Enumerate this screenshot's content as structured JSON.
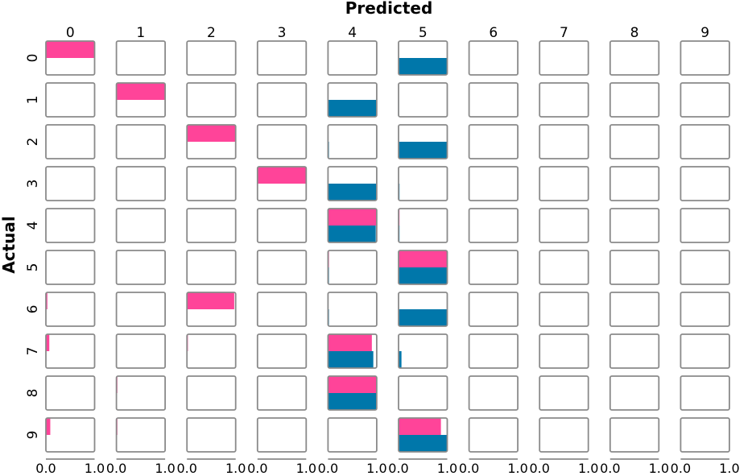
{
  "chart_data": {
    "type": "bar",
    "title": "Predicted",
    "ylabel": "Actual",
    "column_labels": [
      "0",
      "1",
      "2",
      "3",
      "4",
      "5",
      "6",
      "7",
      "8",
      "9"
    ],
    "row_labels": [
      "0",
      "1",
      "2",
      "3",
      "4",
      "5",
      "6",
      "7",
      "8",
      "9"
    ],
    "xlim": [
      0,
      1
    ],
    "x_tick_labels": [
      "0.0",
      "1.0"
    ],
    "grid": false,
    "series": [
      {
        "color": "#ff4499",
        "position": "upper",
        "values": [
          [
            1.0,
            0,
            0,
            0,
            0,
            0,
            0,
            0,
            0,
            0
          ],
          [
            0,
            1.0,
            0,
            0,
            0,
            0,
            0,
            0,
            0,
            0
          ],
          [
            0,
            0,
            1.0,
            0.01,
            0,
            0,
            0,
            0,
            0,
            0
          ],
          [
            0,
            0,
            0.01,
            1.0,
            0,
            0,
            0,
            0,
            0,
            0
          ],
          [
            0,
            0,
            0,
            0,
            1.0,
            0.02,
            0,
            0,
            0,
            0
          ],
          [
            0,
            0,
            0,
            0,
            0.02,
            1.0,
            0,
            0,
            0,
            0
          ],
          [
            0.03,
            0,
            0.97,
            0,
            0.01,
            0,
            0,
            0,
            0,
            0
          ],
          [
            0.07,
            0,
            0.02,
            0,
            0.9,
            0,
            0,
            0,
            0,
            0
          ],
          [
            0,
            0.02,
            0,
            0,
            1.0,
            0,
            0,
            0,
            0,
            0
          ],
          [
            0.09,
            0.02,
            0,
            0,
            0.01,
            0.87,
            0,
            0,
            0,
            0
          ]
        ]
      },
      {
        "color": "#0077aa",
        "position": "lower",
        "values": [
          [
            0,
            0,
            0,
            0,
            0,
            1.0,
            0,
            0,
            0,
            0
          ],
          [
            0,
            0,
            0,
            0,
            1.0,
            0.01,
            0,
            0,
            0,
            0
          ],
          [
            0,
            0,
            0,
            0,
            0.02,
            1.0,
            0,
            0,
            0,
            0
          ],
          [
            0,
            0,
            0,
            0,
            1.0,
            0.02,
            0,
            0,
            0,
            0
          ],
          [
            0,
            0,
            0,
            0,
            0.98,
            0.02,
            0,
            0,
            0,
            0
          ],
          [
            0,
            0,
            0,
            0,
            0.02,
            1.0,
            0,
            0,
            0,
            0
          ],
          [
            0,
            0,
            0,
            0,
            0.02,
            1.0,
            0,
            0,
            0,
            0
          ],
          [
            0,
            0,
            0,
            0,
            0.93,
            0.06,
            0,
            0,
            0,
            0
          ],
          [
            0,
            0,
            0,
            0,
            1.0,
            0,
            0,
            0,
            0,
            0
          ],
          [
            0,
            0,
            0,
            0,
            0.01,
            1.0,
            0,
            0,
            0,
            0
          ]
        ]
      }
    ]
  },
  "colors": {
    "frame": "#8a8a8a",
    "background": "#ffffff"
  }
}
